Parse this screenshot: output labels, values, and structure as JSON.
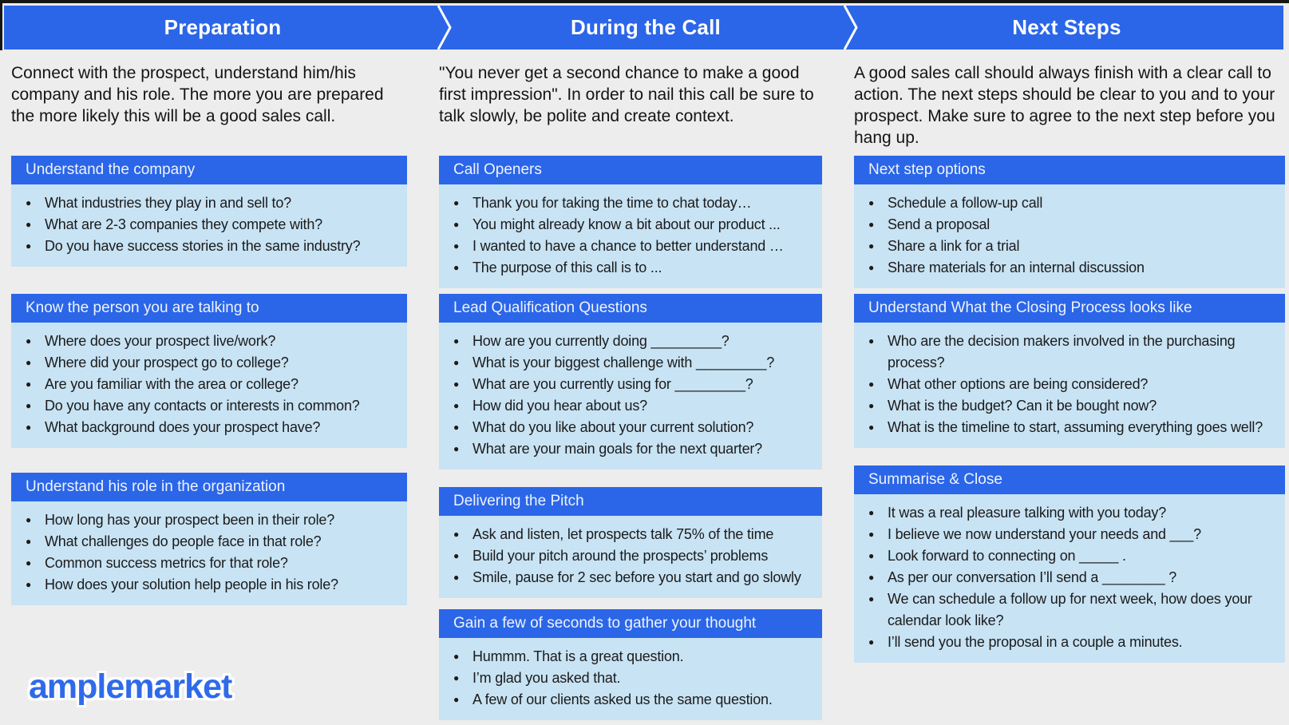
{
  "colors": {
    "accent_blue": "#2b66e8",
    "card_body_blue": "#c8e3f4",
    "background": "#ededed",
    "logo_blue": "#2f6be9"
  },
  "banner": {
    "steps": [
      {
        "title": "Preparation"
      },
      {
        "title": "During the Call"
      },
      {
        "title": "Next Steps"
      }
    ]
  },
  "columns": [
    {
      "id": "preparation",
      "intro": "Connect with the prospect, understand him/his company and his role. The more you are prepared the more likely this will be a good sales call.",
      "cards": [
        {
          "title": "Understand the company",
          "bullets": [
            "What industries they play in and sell to?",
            "What are 2-3 companies they compete with?",
            "Do you have success stories in the same industry?"
          ]
        },
        {
          "title": "Know the person you are talking to",
          "bullets": [
            "Where does your prospect live/work?",
            "Where did your prospect go to college?",
            "Are you familiar with the area or college?",
            "Do you have any contacts or interests in common?",
            "What background does your prospect have?"
          ]
        },
        {
          "title": "Understand his role in the organization",
          "bullets": [
            "How long has your prospect been in their role?",
            "What challenges do people face in that role?",
            "Common success metrics for that role?",
            "How does your solution help people in his role?"
          ]
        }
      ]
    },
    {
      "id": "during-the-call",
      "intro": "\"You never get a second chance to make a good first impression\". In order to nail this call be sure to talk slowly, be polite and create context.",
      "cards": [
        {
          "title": "Call Openers",
          "bullets": [
            "Thank you for taking the time to chat today…",
            "You might already know a bit about our product ...",
            "I wanted to have a chance to better understand …",
            "The purpose of this call is to ..."
          ]
        },
        {
          "title": "Lead Qualification Questions",
          "bullets": [
            "How are you currently doing _________?",
            "What is your biggest challenge with _________?",
            "What are you currently using for _________?",
            "How did you hear about us?",
            "What do you like about your current solution?",
            "What are your main goals for the next quarter?"
          ]
        },
        {
          "title": "Delivering the Pitch",
          "bullets": [
            "Ask and listen, let prospects talk 75% of the time",
            "Build your pitch around the prospects’ problems",
            "Smile, pause for 2 sec before you start and go slowly"
          ]
        },
        {
          "title": "Gain a few of seconds to gather your thought",
          "bullets": [
            "Hummm. That is a great question.",
            "I’m glad you asked that.",
            "A few of our clients asked us the same question."
          ]
        }
      ]
    },
    {
      "id": "next-steps",
      "intro": "A good sales call should always finish with a clear call to action. The next steps should be clear to you and to your prospect. Make sure to agree to the next step before you hang up.",
      "cards": [
        {
          "title": "Next step options",
          "bullets": [
            "Schedule a follow-up call",
            "Send a proposal",
            "Share a link for a trial",
            "Share materials for an internal discussion"
          ]
        },
        {
          "title": "Understand What the Closing Process looks like",
          "bullets": [
            "Who are the decision makers involved in the purchasing process?",
            "What other options are being considered?",
            "What is the budget? Can it be bought now?",
            "What is the timeline to start, assuming everything goes well?"
          ]
        },
        {
          "title": "Summarise & Close",
          "bullets": [
            "It was a real pleasure talking with you today?",
            "I believe we now understand your needs and ___?",
            "Look forward to connecting on _____ .",
            "As per our conversation I’ll send a ________ ?",
            "We can schedule a follow up for next week, how does your calendar look like?",
            "I’ll send you the proposal in a couple a minutes."
          ]
        }
      ]
    }
  ],
  "logo": {
    "text": "amplemarket"
  }
}
